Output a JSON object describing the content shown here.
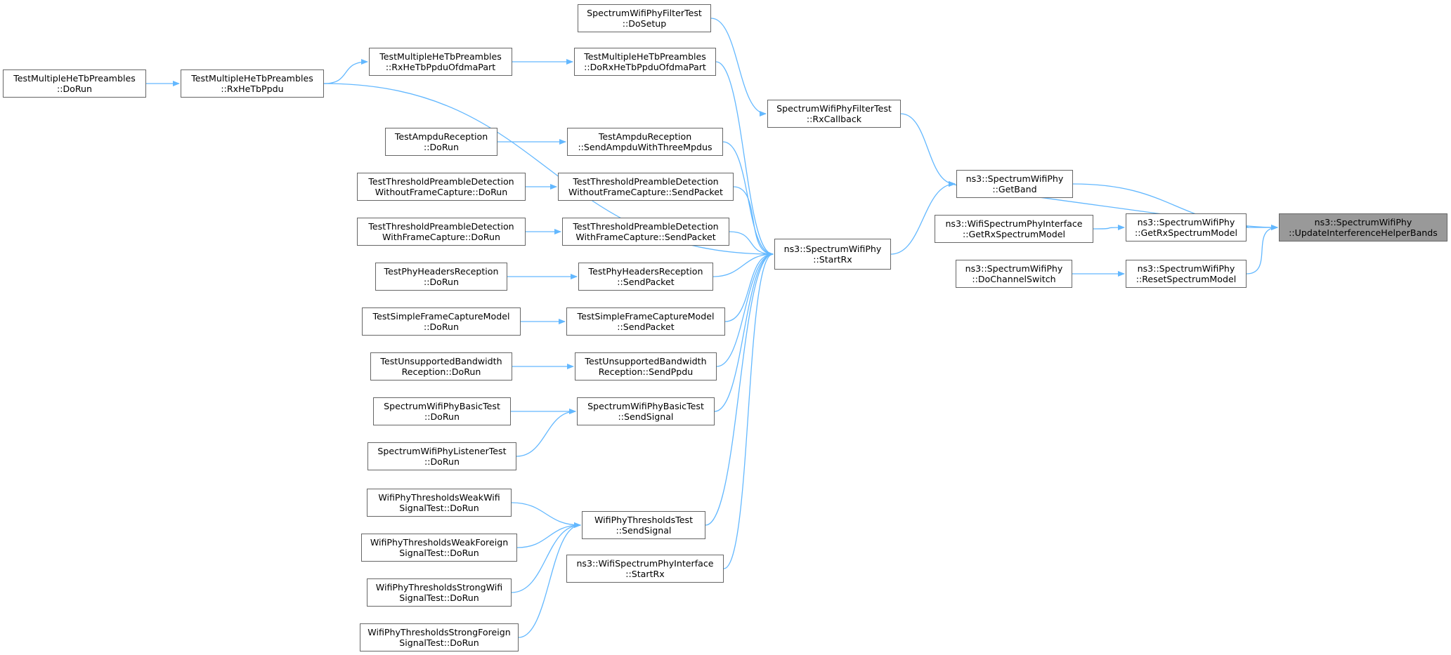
{
  "diagram": {
    "type": "call-graph",
    "edge_color": "#63b8ff",
    "focus_fill": "#999999",
    "nodes": [
      {
        "id": "update",
        "lines": [
          "ns3::SpectrumWifiPhy",
          "::UpdateInterferenceHelperBands"
        ],
        "focus": true
      },
      {
        "id": "getband",
        "lines": [
          "ns3::SpectrumWifiPhy",
          "::GetBand"
        ]
      },
      {
        "id": "getrx",
        "lines": [
          "ns3::SpectrumWifiPhy",
          "::GetRxSpectrumModel"
        ]
      },
      {
        "id": "reset",
        "lines": [
          "ns3::SpectrumWifiPhy",
          "::ResetSpectrumModel"
        ]
      },
      {
        "id": "ifgetrx",
        "lines": [
          "ns3::WifiSpectrumPhyInterface",
          "::GetRxSpectrumModel"
        ]
      },
      {
        "id": "dochan",
        "lines": [
          "ns3::SpectrumWifiPhy",
          "::DoChannelSwitch"
        ]
      },
      {
        "id": "rxcb",
        "lines": [
          "SpectrumWifiPhyFilterTest",
          "::RxCallback"
        ]
      },
      {
        "id": "startrx",
        "lines": [
          "ns3::SpectrumWifiPhy",
          "::StartRx"
        ]
      },
      {
        "id": "dosetup",
        "lines": [
          "SpectrumWifiPhyFilterTest",
          "::DoSetup"
        ]
      },
      {
        "id": "doRxHeTb",
        "lines": [
          "TestMultipleHeTbPreambles",
          "::DoRxHeTbPpduOfdmaPart"
        ]
      },
      {
        "id": "rxHeTbOfdma",
        "lines": [
          "TestMultipleHeTbPreambles",
          "::RxHeTbPpduOfdmaPart"
        ]
      },
      {
        "id": "rxHeTb",
        "lines": [
          "TestMultipleHeTbPreambles",
          "::RxHeTbPpdu"
        ]
      },
      {
        "id": "mhtDoRun",
        "lines": [
          "TestMultipleHeTbPreambles",
          "::DoRun"
        ]
      },
      {
        "id": "ampduSend",
        "lines": [
          "TestAmpduReception",
          "::SendAmpduWithThreeMpdus"
        ]
      },
      {
        "id": "ampduRun",
        "lines": [
          "TestAmpduReception",
          "::DoRun"
        ]
      },
      {
        "id": "tpdWoSend",
        "lines": [
          "TestThresholdPreambleDetection",
          "WithoutFrameCapture::SendPacket"
        ]
      },
      {
        "id": "tpdWoRun",
        "lines": [
          "TestThresholdPreambleDetection",
          "WithoutFrameCapture::DoRun"
        ]
      },
      {
        "id": "tpdWSend",
        "lines": [
          "TestThresholdPreambleDetection",
          "WithFrameCapture::SendPacket"
        ]
      },
      {
        "id": "tpdWRun",
        "lines": [
          "TestThresholdPreambleDetection",
          "WithFrameCapture::DoRun"
        ]
      },
      {
        "id": "phrSend",
        "lines": [
          "TestPhyHeadersReception",
          "::SendPacket"
        ]
      },
      {
        "id": "phrRun",
        "lines": [
          "TestPhyHeadersReception",
          "::DoRun"
        ]
      },
      {
        "id": "sfcSend",
        "lines": [
          "TestSimpleFrameCaptureModel",
          "::SendPacket"
        ]
      },
      {
        "id": "sfcRun",
        "lines": [
          "TestSimpleFrameCaptureModel",
          "::DoRun"
        ]
      },
      {
        "id": "ubSend",
        "lines": [
          "TestUnsupportedBandwidth",
          "Reception::SendPpdu"
        ]
      },
      {
        "id": "ubRun",
        "lines": [
          "TestUnsupportedBandwidth",
          "Reception::DoRun"
        ]
      },
      {
        "id": "basicSend",
        "lines": [
          "SpectrumWifiPhyBasicTest",
          "::SendSignal"
        ]
      },
      {
        "id": "basicRun",
        "lines": [
          "SpectrumWifiPhyBasicTest",
          "::DoRun"
        ]
      },
      {
        "id": "listenerRun",
        "lines": [
          "SpectrumWifiPhyListenerTest",
          "::DoRun"
        ]
      },
      {
        "id": "thrSend",
        "lines": [
          "WifiPhyThresholdsTest",
          "::SendSignal"
        ]
      },
      {
        "id": "weakWifi",
        "lines": [
          "WifiPhyThresholdsWeakWifi",
          "SignalTest::DoRun"
        ]
      },
      {
        "id": "weakForeign",
        "lines": [
          "WifiPhyThresholdsWeakForeign",
          "SignalTest::DoRun"
        ]
      },
      {
        "id": "strongWifi",
        "lines": [
          "WifiPhyThresholdsStrongWifi",
          "SignalTest::DoRun"
        ]
      },
      {
        "id": "strongForeign",
        "lines": [
          "WifiPhyThresholdsStrongForeign",
          "SignalTest::DoRun"
        ]
      },
      {
        "id": "ifStartRx",
        "lines": [
          "ns3::WifiSpectrumPhyInterface",
          "::StartRx"
        ]
      }
    ],
    "edges": [
      {
        "from": "getband",
        "to": "update"
      },
      {
        "from": "getrx",
        "to": "update"
      },
      {
        "from": "reset",
        "to": "update"
      },
      {
        "from": "getrx",
        "to": "getband"
      },
      {
        "from": "ifgetrx",
        "to": "getrx"
      },
      {
        "from": "dochan",
        "to": "reset"
      },
      {
        "from": "rxcb",
        "to": "getband"
      },
      {
        "from": "startrx",
        "to": "getband"
      },
      {
        "from": "dosetup",
        "to": "rxcb"
      },
      {
        "from": "doRxHeTb",
        "to": "startrx"
      },
      {
        "from": "rxHeTbOfdma",
        "to": "doRxHeTb"
      },
      {
        "from": "rxHeTb",
        "to": "rxHeTbOfdma"
      },
      {
        "from": "rxHeTb",
        "to": "startrx"
      },
      {
        "from": "mhtDoRun",
        "to": "rxHeTb"
      },
      {
        "from": "ampduSend",
        "to": "startrx"
      },
      {
        "from": "ampduRun",
        "to": "ampduSend"
      },
      {
        "from": "tpdWoSend",
        "to": "startrx"
      },
      {
        "from": "tpdWoRun",
        "to": "tpdWoSend"
      },
      {
        "from": "tpdWSend",
        "to": "startrx"
      },
      {
        "from": "tpdWRun",
        "to": "tpdWSend"
      },
      {
        "from": "phrSend",
        "to": "startrx"
      },
      {
        "from": "phrRun",
        "to": "phrSend"
      },
      {
        "from": "sfcSend",
        "to": "startrx"
      },
      {
        "from": "sfcRun",
        "to": "sfcSend"
      },
      {
        "from": "ubSend",
        "to": "startrx"
      },
      {
        "from": "ubRun",
        "to": "ubSend"
      },
      {
        "from": "basicSend",
        "to": "startrx"
      },
      {
        "from": "basicRun",
        "to": "basicSend"
      },
      {
        "from": "listenerRun",
        "to": "basicSend"
      },
      {
        "from": "thrSend",
        "to": "startrx"
      },
      {
        "from": "weakWifi",
        "to": "thrSend"
      },
      {
        "from": "weakForeign",
        "to": "thrSend"
      },
      {
        "from": "strongWifi",
        "to": "thrSend"
      },
      {
        "from": "strongForeign",
        "to": "thrSend"
      },
      {
        "from": "ifStartRx",
        "to": "startrx"
      }
    ]
  }
}
